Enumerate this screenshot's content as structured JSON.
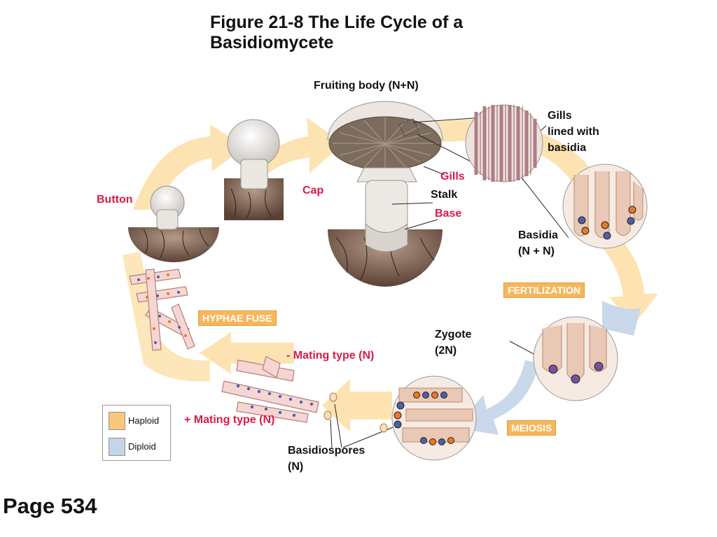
{
  "title": "Figure 21-8 The Life Cycle of a Basidiomycete",
  "page_label": "Page 534",
  "labels": {
    "fruiting_body": "Fruiting body (N+N)",
    "gills_lined_1": "Gills",
    "gills_lined_2": "lined with",
    "gills_lined_3": "basidia",
    "gills": "Gills",
    "cap": "Cap",
    "stalk": "Stalk",
    "base": "Base",
    "button": "Button",
    "basidia_1": "Basidia",
    "basidia_2": "(N + N)",
    "zygote_1": "Zygote",
    "zygote_2": "(2N)",
    "minus_mating": "- Mating type (N)",
    "plus_mating": "+ Mating type (N)",
    "basidiospores_1": "Basidiospores",
    "basidiospores_2": "(N)"
  },
  "stages": {
    "fertilization": "FERTILIZATION",
    "hyphae_fuse": "HYPHAE FUSE",
    "meiosis": "MEIOSIS"
  },
  "legend": {
    "haploid": "Haploid",
    "diploid": "Diploid",
    "haploid_color": "#f8c87a",
    "diploid_color": "#c5d5e8"
  },
  "colors": {
    "haploid_arrow": "#fde3b1",
    "diploid_arrow": "#c9d8ea",
    "red_label": "#d71b4b",
    "nucleus_orange": "#e8792a",
    "nucleus_blue": "#4d5fa8",
    "nucleus_purple": "#7a4f9e"
  }
}
